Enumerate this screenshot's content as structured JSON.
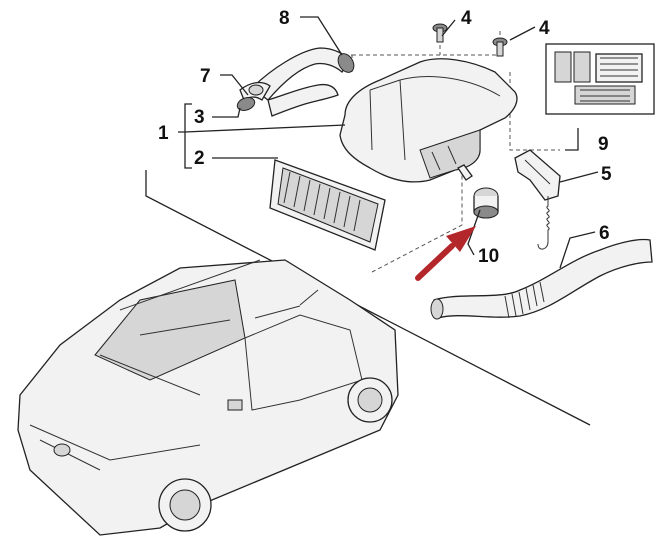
{
  "diagram": {
    "callouts": [
      {
        "id": "c8",
        "text": "8"
      },
      {
        "id": "c4a",
        "text": "4"
      },
      {
        "id": "c4b",
        "text": "4"
      },
      {
        "id": "c7",
        "text": "7"
      },
      {
        "id": "c3",
        "text": "3"
      },
      {
        "id": "c1",
        "text": "1"
      },
      {
        "id": "c2",
        "text": "2"
      },
      {
        "id": "c9",
        "text": "9"
      },
      {
        "id": "c5",
        "text": "5"
      },
      {
        "id": "c6",
        "text": "6"
      },
      {
        "id": "c10",
        "text": "10"
      }
    ],
    "highlight_color": "#b3262a",
    "line_color": "#222222"
  }
}
